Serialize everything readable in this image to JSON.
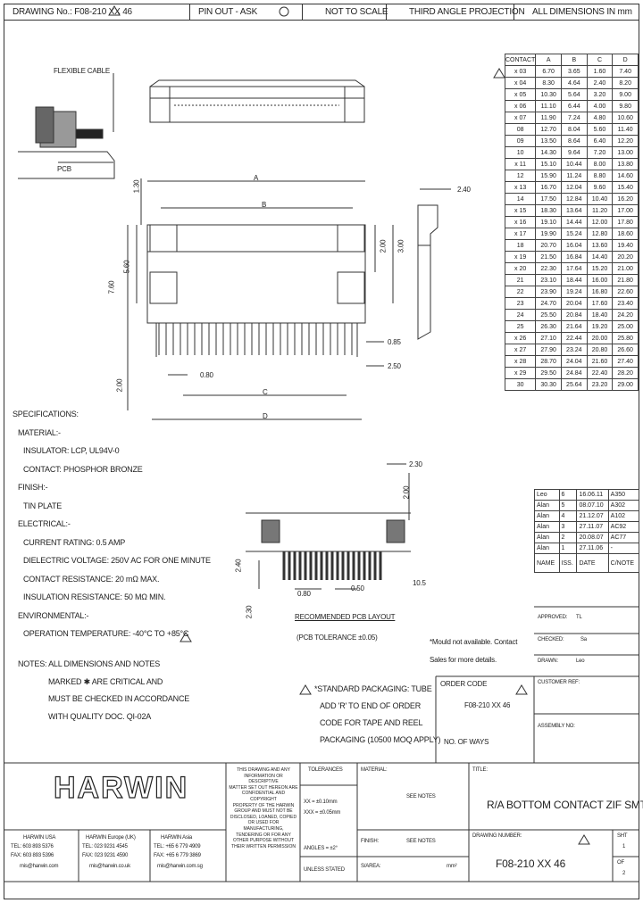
{
  "header": {
    "drawing_no": "DRAWING No.: F08-210 XX 46",
    "pin_out": "PIN OUT - ASK",
    "not_to_scale": "NOT TO SCALE",
    "projection": "THIRD ANGLE PROJECTION",
    "dimensions": "ALL DIMENSIONS IN mm"
  },
  "labels": {
    "flexible_cable": "FLEXIBLE CABLE",
    "pcb": "PCB",
    "recommended_pcb": "RECOMMENDED PCB LAYOUT",
    "pcb_tolerance": "(PCB TOLERANCE ±0.05)",
    "mould_note_1": "*Mould not available. Contact",
    "mould_note_2": "Sales for more details."
  },
  "dims": {
    "A": "A",
    "B": "B",
    "C": "C",
    "D": "D",
    "d130": "1.30",
    "d760": "7.60",
    "d560": "5.60",
    "d200v": "2.00",
    "d300": "3.00",
    "d200b": "2.00",
    "d240": "2.40",
    "d085": "0.85",
    "d250": "2.50",
    "d080": "0.80",
    "d230": "2.30",
    "d200c": "2.00",
    "d240c": "2.40",
    "d230c": "2.30",
    "d080c": "0.80",
    "d050": "0.50",
    "d105": "10.5"
  },
  "contacts": {
    "headers": [
      "CONTACT",
      "A",
      "B",
      "C",
      "D"
    ],
    "rows": [
      [
        "x 03",
        "6.70",
        "3.65",
        "1.60",
        "7.40"
      ],
      [
        "x 04",
        "8.30",
        "4.64",
        "2.40",
        "8.20"
      ],
      [
        "x 05",
        "10.30",
        "5.64",
        "3.20",
        "9.00"
      ],
      [
        "x 06",
        "11.10",
        "6.44",
        "4.00",
        "9.80"
      ],
      [
        "x 07",
        "11.90",
        "7.24",
        "4.80",
        "10.60"
      ],
      [
        "08",
        "12.70",
        "8.04",
        "5.60",
        "11.40"
      ],
      [
        "09",
        "13.50",
        "8.64",
        "6.40",
        "12.20"
      ],
      [
        "10",
        "14.30",
        "9.64",
        "7.20",
        "13.00"
      ],
      [
        "x 11",
        "15.10",
        "10.44",
        "8.00",
        "13.80"
      ],
      [
        "12",
        "15.90",
        "11.24",
        "8.80",
        "14.60"
      ],
      [
        "x 13",
        "16.70",
        "12.04",
        "9.60",
        "15.40"
      ],
      [
        "14",
        "17.50",
        "12.84",
        "10.40",
        "16.20"
      ],
      [
        "x 15",
        "18.30",
        "13.64",
        "11.20",
        "17.00"
      ],
      [
        "x 16",
        "19.10",
        "14.44",
        "12.00",
        "17.80"
      ],
      [
        "x 17",
        "19.90",
        "15.24",
        "12.80",
        "18.60"
      ],
      [
        "18",
        "20.70",
        "16.04",
        "13.60",
        "19.40"
      ],
      [
        "x 19",
        "21.50",
        "16.84",
        "14.40",
        "20.20"
      ],
      [
        "x 20",
        "22.30",
        "17.64",
        "15.20",
        "21.00"
      ],
      [
        "21",
        "23.10",
        "18.44",
        "16.00",
        "21.80"
      ],
      [
        "22",
        "23.90",
        "19.24",
        "16.80",
        "22.60"
      ],
      [
        "23",
        "24.70",
        "20.04",
        "17.60",
        "23.40"
      ],
      [
        "24",
        "25.50",
        "20.84",
        "18.40",
        "24.20"
      ],
      [
        "25",
        "26.30",
        "21.64",
        "19.20",
        "25.00"
      ],
      [
        "x 26",
        "27.10",
        "22.44",
        "20.00",
        "25.80"
      ],
      [
        "x 27",
        "27.90",
        "23.24",
        "20.80",
        "26.60"
      ],
      [
        "x 28",
        "28.70",
        "24.04",
        "21.60",
        "27.40"
      ],
      [
        "x 29",
        "29.50",
        "24.84",
        "22.40",
        "28.20"
      ],
      [
        "30",
        "30.30",
        "25.64",
        "23.20",
        "29.00"
      ]
    ]
  },
  "specifications": [
    "SPECIFICATIONS:",
    "MATERIAL:-",
    "INSULATOR: LCP, UL94V-0",
    "CONTACT: PHOSPHOR BRONZE",
    "FINISH:-",
    "TIN PLATE",
    "ELECTRICAL:-",
    "CURRENT RATING: 0.5 AMP",
    "DIELECTRIC VOLTAGE: 250V AC FOR ONE MINUTE",
    "CONTACT RESISTANCE: 20 mΩ MAX.",
    "INSULATION RESISTANCE: 50 MΩ MIN.",
    "ENVIRONMENTAL:-",
    "OPERATION TEMPERATURE: -40°C TO +85°C"
  ],
  "notes": [
    "NOTES: ALL DIMENSIONS AND NOTES",
    "MARKED ✱ ARE CRITICAL AND",
    "MUST BE CHECKED IN ACCORDANCE",
    "WITH QUALITY DOC. QI-02A"
  ],
  "packaging": [
    "*STANDARD PACKAGING: TUBE",
    "ADD 'R' TO END OF ORDER",
    "CODE FOR TAPE AND REEL",
    "PACKAGING (10500 MOQ APPLY)"
  ],
  "order": {
    "title": "ORDER CODE",
    "code": "F08-210 XX 46",
    "ways": "NO. OF WAYS"
  },
  "revisions": {
    "rows": [
      [
        "Leo",
        "6",
        "16.06.11",
        "A350"
      ],
      [
        "Alan",
        "5",
        "08.07.10",
        "A302"
      ],
      [
        "Alan",
        "4",
        "21.12.07",
        "A102"
      ],
      [
        "Alan",
        "3",
        "27.11.07",
        "AC92"
      ],
      [
        "Alan",
        "2",
        "20.08.07",
        "AC77"
      ],
      [
        "Alan",
        "1",
        "27.11.06",
        "-"
      ]
    ],
    "headers": [
      "NAME",
      "ISS.",
      "DATE",
      "C/NOTE"
    ]
  },
  "approval": {
    "approved": "APPROVED:",
    "approved_val": "TL",
    "checked": "CHECKED:",
    "checked_val": "Sa",
    "drawn": "DRAWN:",
    "drawn_val": "Leo",
    "customer_ref": "CUSTOMER REF:",
    "assembly_no": "ASSEMBLY NO:"
  },
  "footer": {
    "logo": "HARWIN",
    "usa_title": "HARWIN USA",
    "usa_tel": "TEL: 603 893 5376",
    "usa_fax": "FAX: 603 893 5396",
    "usa_mail": "mis@harwin.com",
    "eu_title": "HARWIN Europe (UK)",
    "eu_tel": "TEL: 023 9231 4545",
    "eu_fax": "FAX: 023 9231 4590",
    "eu_mail": "mis@harwin.co.uk",
    "asia_title": "HARWIN Asia",
    "asia_tel": "TEL: +65 6 779 4909",
    "asia_fax": "FAX: +65 6 779 3869",
    "asia_mail": "mis@harwin.com.sg",
    "disclaimer": [
      "THIS DRAWING AND ANY",
      "INFORMATION OR DESCRIPTIVE",
      "MATTER SET OUT HEREON ARE",
      "CONFIDENTIAL AND COPYRIGHT",
      "PROPERTY OF THE HARWIN",
      "GROUP AND MUST NOT BE",
      "DISCLOSED, LOANED, COPIED",
      "OR USED FOR MANUFACTURING,",
      "TENDERING OR FOR ANY",
      "OTHER PURPOSE WITHOUT",
      "THEIR WRITTEN PERMISSION"
    ],
    "tolerances": "TOLERANCES",
    "tol_xx": "XX = ±0.10mm",
    "tol_xxx": "XXX = ±0.05mm",
    "angles": "ANGLES = ±2°",
    "unless": "UNLESS STATED",
    "material": "MATERIAL:",
    "see_notes_1": "SEE NOTES",
    "finish": "FINISH:",
    "see_notes_2": "SEE NOTES",
    "sarea": "S/AREA:",
    "mm2": "mm²",
    "title_label": "TITLE:",
    "title": "R/A BOTTOM CONTACT ZIF SMT",
    "drawing_number": "DRAWING NUMBER:",
    "number": "F08-210 XX 46",
    "sht": "SHT",
    "sht_1": "1",
    "of": "OF",
    "of_2": "2"
  }
}
